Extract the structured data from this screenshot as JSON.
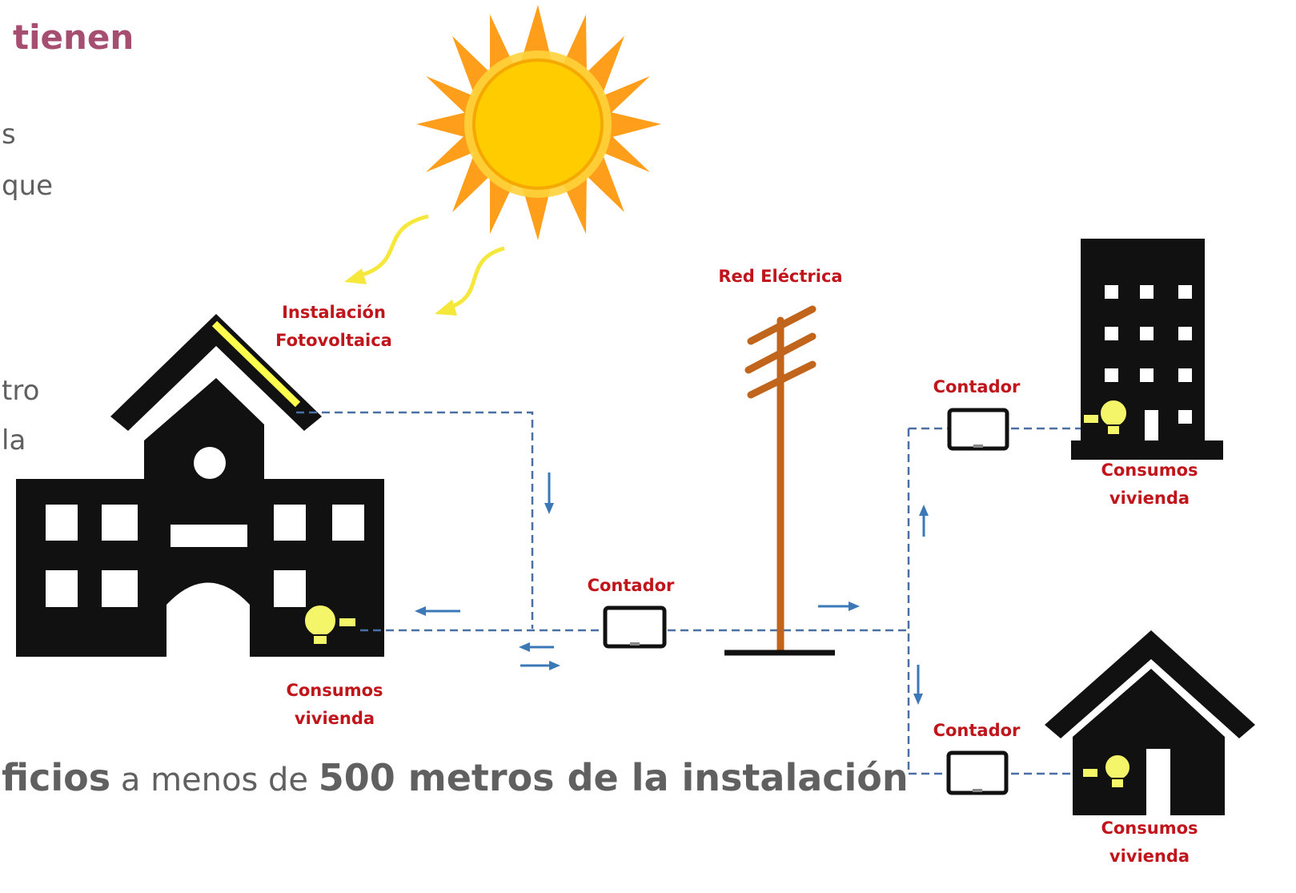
{
  "slide": {
    "title_line1": "",
    "title_line2": "tienen",
    "left_text_fragments": [
      "s",
      "que",
      "tro",
      "la"
    ]
  },
  "diagram": {
    "labels": {
      "pv": [
        "Instalación",
        "Fotovoltaica"
      ],
      "grid": "Red Eléctrica",
      "meter_main": "Contador",
      "meter_top": "Contador",
      "meter_bottom": "Contador",
      "consumption_school": [
        "Consumos",
        "vivienda"
      ],
      "consumption_building": [
        "Consumos",
        "vivienda"
      ],
      "consumption_house": [
        "Consumos",
        "vivienda"
      ]
    },
    "colors": {
      "sun": "#ffcc00",
      "pole": "#c0651b",
      "label": "#c0161b",
      "wire": "#4a6fa5",
      "arrow": "#3a78b8",
      "panel": "#ffff66"
    }
  },
  "footer": {
    "part1": "ficios",
    "part2": " a menos de ",
    "part3": "500 metros de la instalación"
  }
}
